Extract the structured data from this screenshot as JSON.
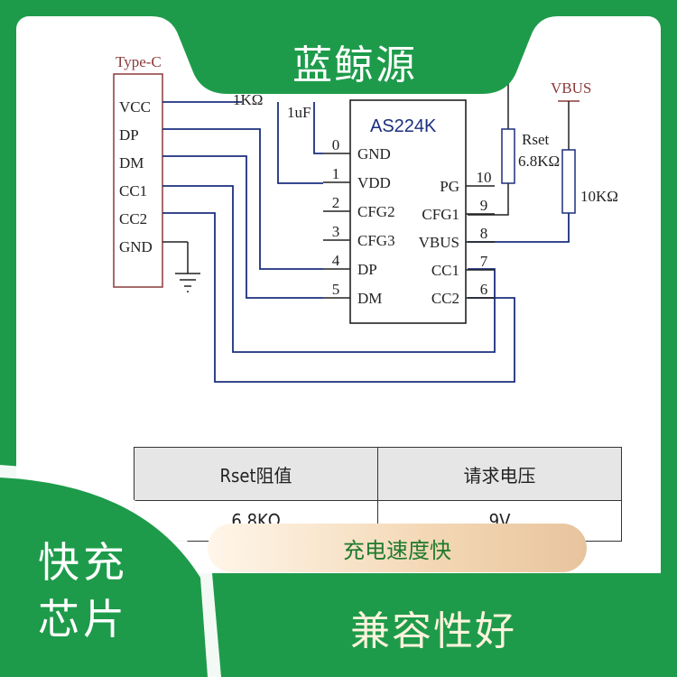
{
  "brand": "蓝鲸源",
  "schematic": {
    "connector_label": "Type-C",
    "connector_pins": [
      "VCC",
      "DP",
      "DM",
      "CC1",
      "CC2",
      "GND"
    ],
    "resistor_1k": "1KΩ",
    "cap_label": "1uF",
    "ic_name": "AS224K",
    "left_pins": [
      {
        "num": "0",
        "name": "GND"
      },
      {
        "num": "1",
        "name": "VDD"
      },
      {
        "num": "2",
        "name": "CFG2"
      },
      {
        "num": "3",
        "name": "CFG3"
      },
      {
        "num": "4",
        "name": "DP"
      },
      {
        "num": "5",
        "name": "DM"
      }
    ],
    "right_pins": [
      {
        "num": "10",
        "name": "PG"
      },
      {
        "num": "9",
        "name": "CFG1"
      },
      {
        "num": "8",
        "name": "VBUS"
      },
      {
        "num": "7",
        "name": "CC1"
      },
      {
        "num": "6",
        "name": "CC2"
      }
    ],
    "rset_label": "Rset",
    "rset_value": "6.8KΩ",
    "vbus_label": "VBUS",
    "r10k_label": "10KΩ"
  },
  "table": {
    "headers": [
      "Rset阻值",
      "请求电压"
    ],
    "rows": [
      [
        "6.8KΩ",
        "9V"
      ]
    ]
  },
  "badges": {
    "speed": "充电速度快",
    "chip_line1": "快充",
    "chip_line2": "芯片",
    "compat": "兼容性好"
  },
  "colors": {
    "green": "#1e9b4a",
    "wire": "#1b2f7e",
    "pill_start": "#fff6ea",
    "pill_end": "#e8c49e"
  }
}
